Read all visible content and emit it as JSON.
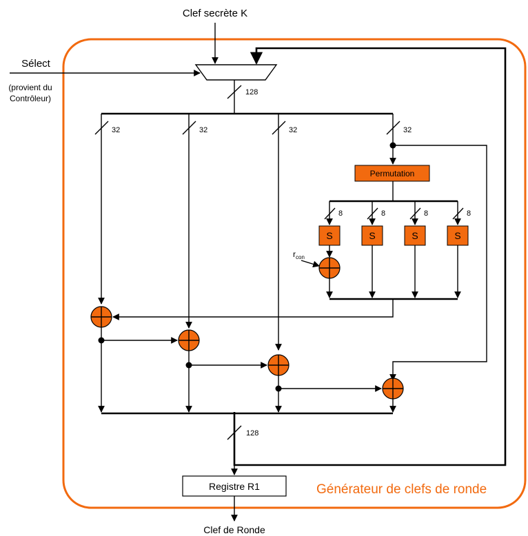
{
  "diagram": {
    "top_input_label": "Clef secrète K",
    "select_label": "Sélect",
    "select_note_line1": "(provient du",
    "select_note_line2": "Contrôleur)",
    "bus_width_main": "128",
    "bus_width_word": "32",
    "bus_width_byte": "8",
    "permutation_label": "Permutation",
    "sbox_label": "S",
    "rcon_label": "r",
    "rcon_sub": "con",
    "register_label": "Registre R1",
    "block_title": "Générateur de clefs de ronde",
    "output_label": "Clef de Ronde",
    "colors": {
      "accent": "#f26a0f",
      "box_fill": "#f26a0f",
      "line": "#000000"
    }
  }
}
